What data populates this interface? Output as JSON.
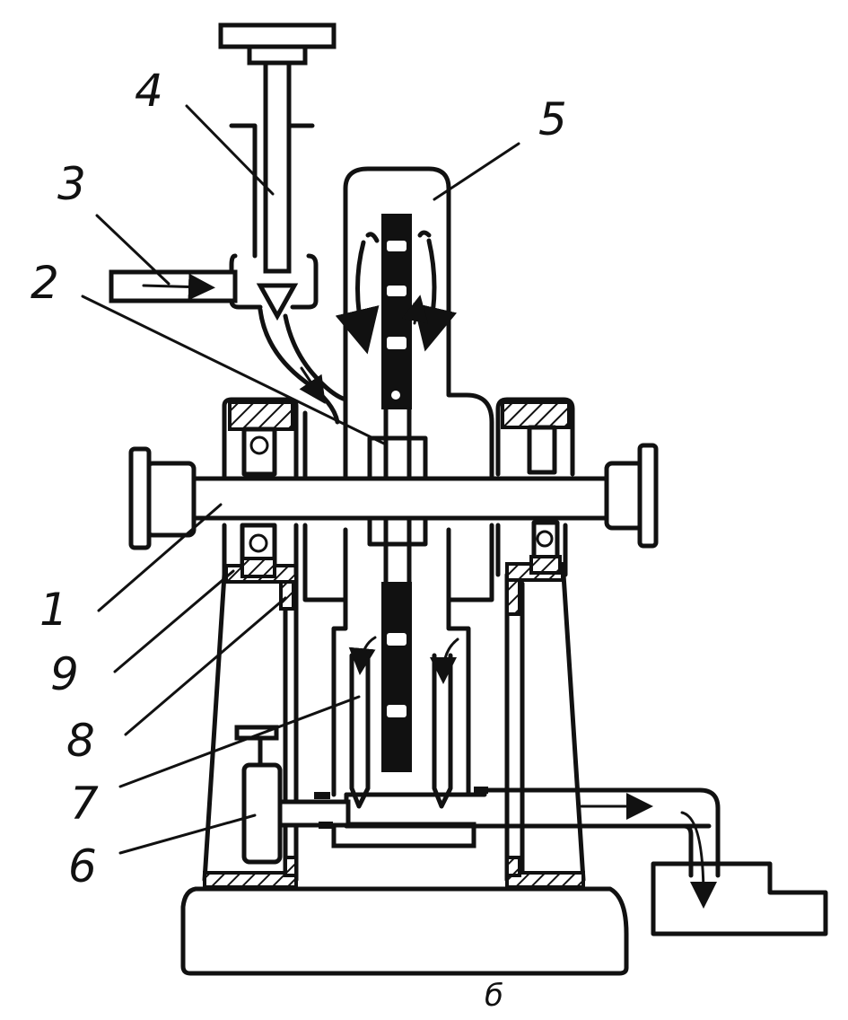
{
  "diagram": {
    "labels": {
      "l1": "1",
      "l2": "2",
      "l3": "3",
      "l4": "4",
      "l5": "5",
      "l6": "6",
      "l7": "7",
      "l8": "8",
      "l9": "9",
      "bottom": "б"
    },
    "ink_color": "#111111",
    "background_color": "#ffffff"
  }
}
